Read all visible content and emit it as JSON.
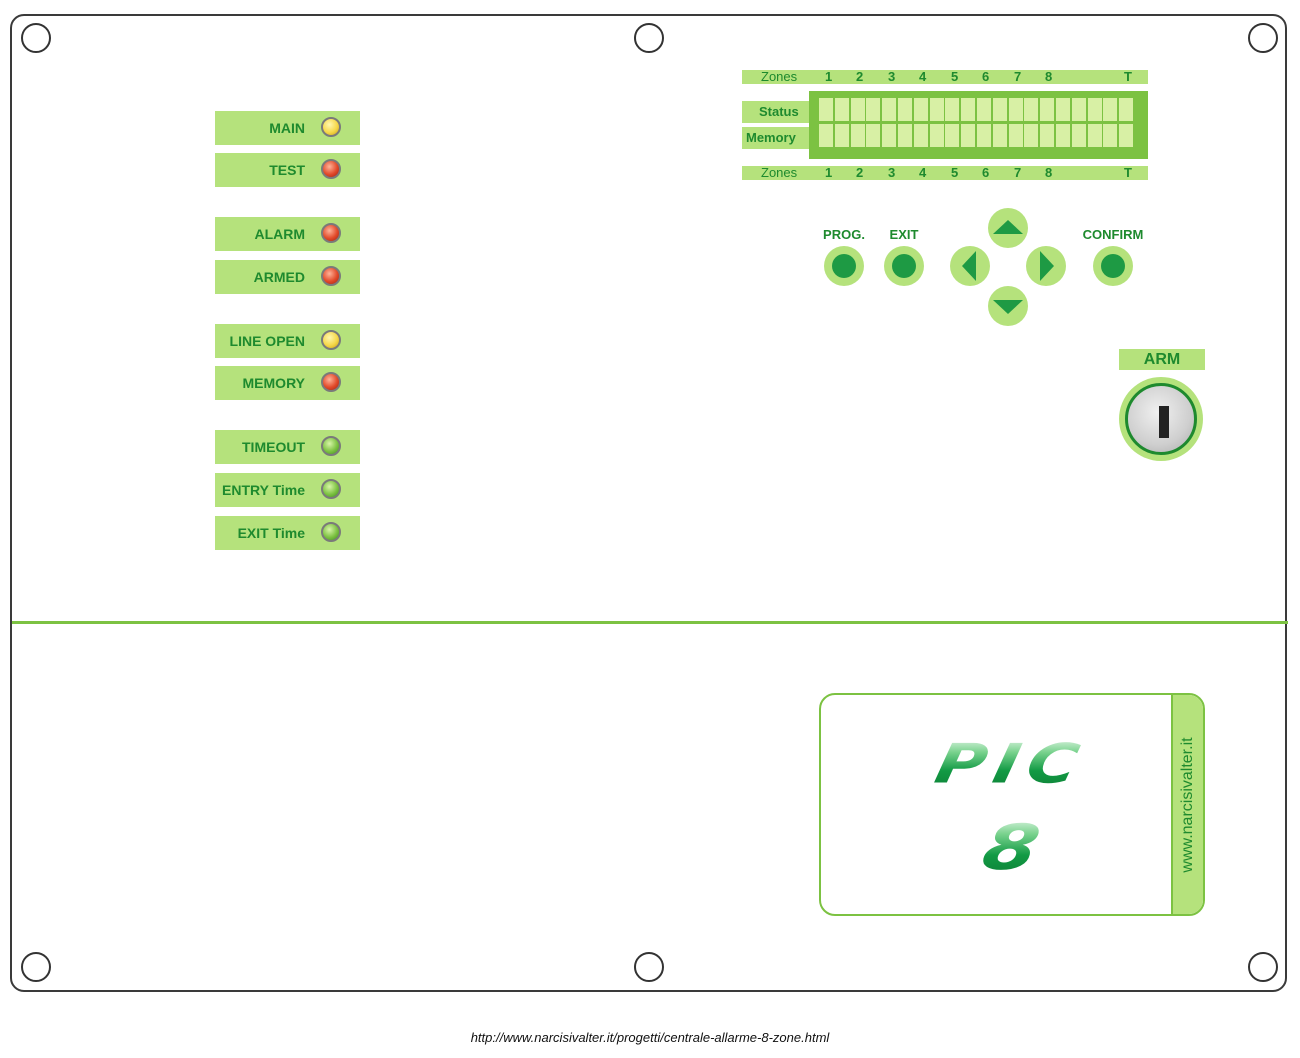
{
  "leds": [
    {
      "label": "MAIN",
      "color": "yellow"
    },
    {
      "label": "TEST",
      "color": "red"
    },
    {
      "label": "ALARM",
      "color": "red"
    },
    {
      "label": "ARMED",
      "color": "red"
    },
    {
      "label": "LINE OPEN",
      "color": "yellow"
    },
    {
      "label": "MEMORY",
      "color": "red"
    },
    {
      "label": "TIMEOUT",
      "color": "green"
    },
    {
      "label": "ENTRY Time",
      "color": "green"
    },
    {
      "label": "EXIT Time",
      "color": "green"
    }
  ],
  "display": {
    "zones_label": "Zones",
    "zone_numbers": [
      "1",
      "2",
      "3",
      "4",
      "5",
      "6",
      "7",
      "8"
    ],
    "zone_total": "T",
    "status_label": "Status",
    "memory_label": "Memory"
  },
  "buttons": {
    "prog_label": "PROG.",
    "exit_label": "EXIT",
    "confirm_label": "CONFIRM"
  },
  "arm": {
    "label": "ARM"
  },
  "logo": {
    "title": "PIC",
    "number": "8",
    "website": "www.narcisivalter.it"
  },
  "footer": {
    "url": "http://www.narcisivalter.it/progetti/centrale-allarme-8-zone.html"
  },
  "colors": {
    "accent_light": "#b5e27c",
    "accent": "#7cc242",
    "text_green": "#1e8a2e",
    "button_dot": "#1e9a44"
  }
}
